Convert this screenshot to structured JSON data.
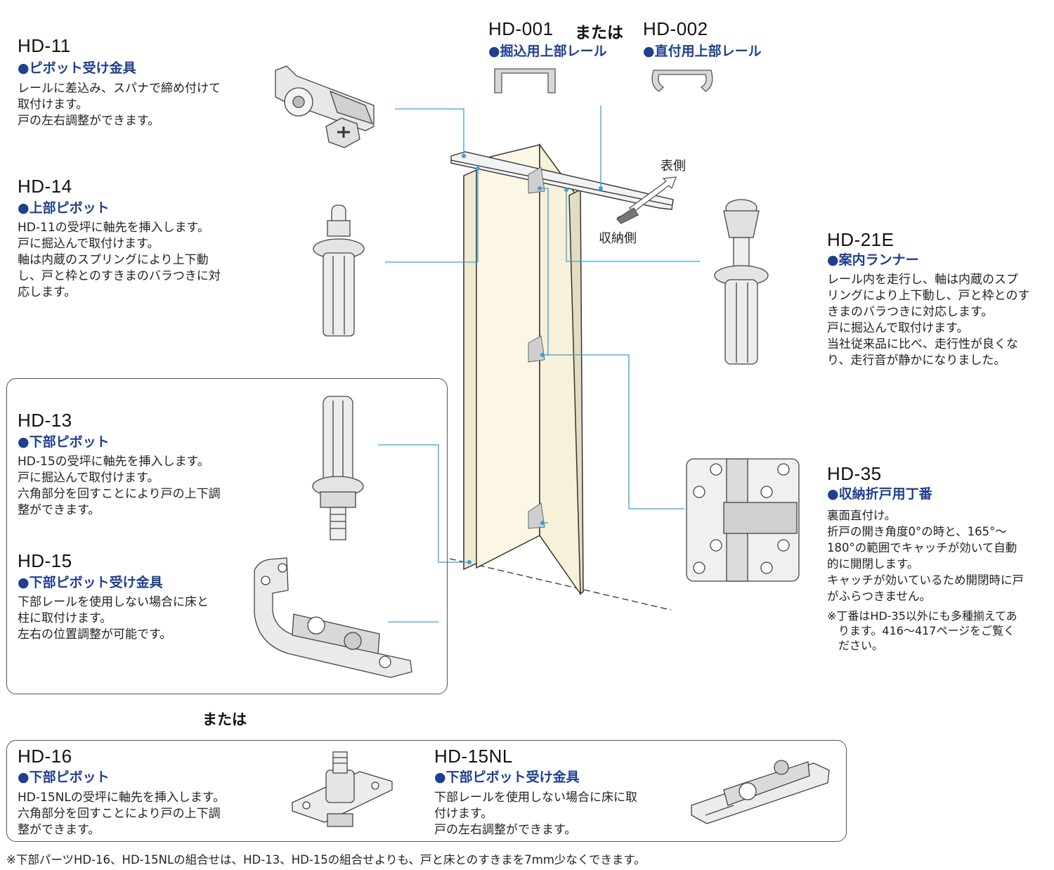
{
  "hd11": {
    "code": "HD-11",
    "name": "●ピボット受け金具",
    "lines": [
      "レールに差込み、スパナで締め付けて",
      "取付けます。",
      "戸の左右調整ができます。"
    ]
  },
  "hd14": {
    "code": "HD-14",
    "name": "●上部ピボット",
    "lines": [
      "HD-11の受坪に軸先を挿入します。",
      "戸に掘込んで取付けます。",
      "軸は内蔵のスプリングにより上下動",
      "し、戸と枠とのすきまのバラつきに対",
      "応します。"
    ]
  },
  "hd13": {
    "code": "HD-13",
    "name": "●下部ピボット",
    "lines": [
      "HD-15の受坪に軸先を挿入します。",
      "戸に掘込んで取付けます。",
      "六角部分を回すことにより戸の上下調",
      "整ができます。"
    ]
  },
  "hd15": {
    "code": "HD-15",
    "name": "●下部ピボット受け金具",
    "lines": [
      "下部レールを使用しない場合に床と",
      "柱に取付けます。",
      "左右の位置調整が可能です。"
    ]
  },
  "rail": {
    "code1": "HD-001",
    "or": "または",
    "code2": "HD-002",
    "name1": "●掘込用上部レール",
    "name2": "●直付用上部レール"
  },
  "directions": {
    "front": "表側",
    "storage": "収納側"
  },
  "hd21e": {
    "code": "HD-21E",
    "name": "●案内ランナー",
    "lines": [
      "レール内を走行し、軸は内蔵のスプ",
      "リングにより上下動し、戸と枠とのす",
      "きまのバラつきに対応します。",
      "戸に掘込んで取付けます。",
      "当社従来品に比べ、走行性が良くな",
      "り、走行音が静かになりました。"
    ]
  },
  "hd35": {
    "code": "HD-35",
    "name": "●収納折戸用丁番",
    "lines": [
      "裏面直付け。",
      "折戸の開き角度0°の時と、165°～",
      "180°の範囲でキャッチが効いて自動",
      "的に開閉します。",
      "キャッチが効いているため開閉時に戸",
      "がふらつきません。"
    ],
    "note": [
      "※丁番はHD-35以外にも多種揃えてあ",
      "ります。416～417ページをご覧く",
      "ださい。"
    ]
  },
  "or_label": "または",
  "hd16": {
    "code": "HD-16",
    "name": "●下部ピボット",
    "lines": [
      "HD-15NLの受坪に軸先を挿入します。",
      "六角部分を回すことにより戸の上下調",
      "整ができます。"
    ]
  },
  "hd15nl": {
    "code": "HD-15NL",
    "name": "●下部ピボット受け金具",
    "lines": [
      "下部レールを使用しない場合に床に取",
      "付けます。",
      "戸の左右調整ができます。"
    ]
  },
  "footnote": "※下部パーツHD-16、HD-15NLの組合せは、HD-13、HD-15の組合せよりも、戸と床とのすきまを7mm少なくできます。",
  "colors": {
    "accent": "#1f3f8f",
    "leader": "#3aa0d8",
    "door": "#fbf7e4"
  }
}
